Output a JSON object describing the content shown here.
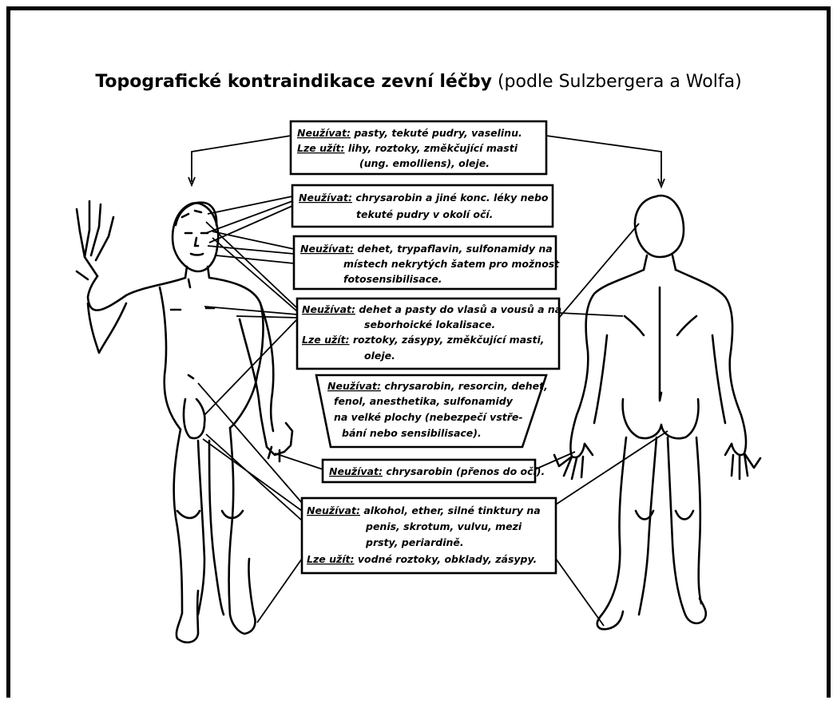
{
  "title": {
    "main": "Topografické kontraindikace zevní léčby",
    "source": "(podle Sulzbergera a Wolfa)"
  },
  "boxes": [
    {
      "id": "scalp",
      "lines": [
        {
          "label": "Neužívat:",
          "text": "pasty, tekuté pudry, vaselinu."
        },
        {
          "label": "Lze užít:",
          "text": "lihy, roztoky, změkčující masti"
        },
        {
          "label": "",
          "text": "(ung. emolliens), oleje."
        }
      ]
    },
    {
      "id": "eyes",
      "lines": [
        {
          "label": "Neužívat:",
          "text": "chrysarobin a jiné konc. léky nebo"
        },
        {
          "label": "",
          "text": "tekuté pudry v okolí očí."
        }
      ]
    },
    {
      "id": "sun-exposed",
      "lines": [
        {
          "label": "Neužívat:",
          "text": "dehet, trypaflavin, sulfonamidy na"
        },
        {
          "label": "",
          "text": "místech nekrytých šatem pro možnost"
        },
        {
          "label": "",
          "text": "fotosensibilisace."
        }
      ]
    },
    {
      "id": "seborrheic",
      "lines": [
        {
          "label": "Neužívat:",
          "text": "dehet a pasty do vlasů a vousů a na"
        },
        {
          "label": "",
          "text": "seborhoické lokalisace."
        },
        {
          "label": "Lze užít:",
          "text": "roztoky, zásypy, změkčující masti,"
        },
        {
          "label": "",
          "text": "oleje."
        }
      ]
    },
    {
      "id": "large-areas",
      "lines": [
        {
          "label": "Neužívat:",
          "text": "chrysarobin, resorcin, dehet,"
        },
        {
          "label": "",
          "text": "fenol, anesthetika, sulfonamidy"
        },
        {
          "label": "",
          "text": "na velké plochy (nebezpečí vstře-"
        },
        {
          "label": "",
          "text": "bání nebo sensibilisace)."
        }
      ]
    },
    {
      "id": "hands",
      "lines": [
        {
          "label": "Neužívat:",
          "text": "chrysarobin (přenos do očí)."
        }
      ]
    },
    {
      "id": "genitals-folds",
      "lines": [
        {
          "label": "Neužívat:",
          "text": "alkohol, ether, silné tinktury na"
        },
        {
          "label": "",
          "text": "penis, skrotum, vulvu, mezi"
        },
        {
          "label": "",
          "text": "prsty, periardině."
        },
        {
          "label": "Lze užít:",
          "text": "vodné roztoky, obklady, zásypy."
        }
      ]
    }
  ],
  "colors": {
    "ink": "#000000",
    "background": "#ffffff"
  }
}
